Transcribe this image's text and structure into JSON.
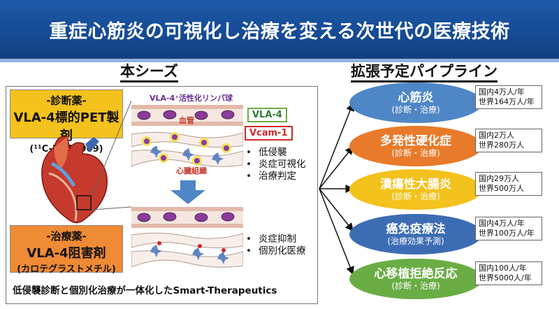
{
  "header": {
    "title": "重症心筋炎の可視化し治療を変える次世代の医療技術"
  },
  "left": {
    "heading": "本シーズ",
    "diagnostic": {
      "line1": "-診断薬-",
      "line2": "VLA-4標的PET製剤",
      "line3": "(¹¹C-HCA2969)"
    },
    "therapeutic": {
      "line1": "-治療薬-",
      "line2": "VLA-4阻害剤",
      "line3": "(カロテグラストメチル)"
    },
    "diagram": {
      "cells_label": "VLA-4⁺活性化リンパ球",
      "vessel_label": "血管",
      "tissue_label": "心臓組織",
      "marker_vla4": "VLA-4",
      "marker_vcam": "Vcam-1"
    },
    "bullets_top": [
      "低侵襲",
      "炎症可視化",
      "治療判定"
    ],
    "bullets_bottom": [
      "炎症抑制",
      "個別化医療"
    ],
    "caption": "低侵襲診断と個別化治療が一体化したSmart-Therapeutics"
  },
  "right": {
    "heading": "拡張予定パイプライン",
    "items": [
      {
        "name": "心筋炎",
        "sub": "(診断・治療)",
        "stat1": "国内4万人/年",
        "stat2": "世界164万人/年",
        "color": "#4f86c6"
      },
      {
        "name": "多発性硬化症",
        "sub": "(診断・治療)",
        "stat1": "国内2万人",
        "stat2": "世界280万人",
        "color": "#e87a2a"
      },
      {
        "name": "潰瘍性大腸炎",
        "sub": "(診断・治療)",
        "stat1": "国内29万人",
        "stat2": "世界500万人",
        "color": "#f3c21c"
      },
      {
        "name": "癌免疫療法",
        "sub": "(治療効果予測)",
        "stat1": "国内4万人/年",
        "stat2": "世界100万人/年",
        "color": "#3c6db4"
      },
      {
        "name": "心移植拒絶反応",
        "sub": "(診断・治療)",
        "stat1": "国内100人/年",
        "stat2": "世界5000人/年",
        "color": "#6aad44"
      }
    ]
  }
}
